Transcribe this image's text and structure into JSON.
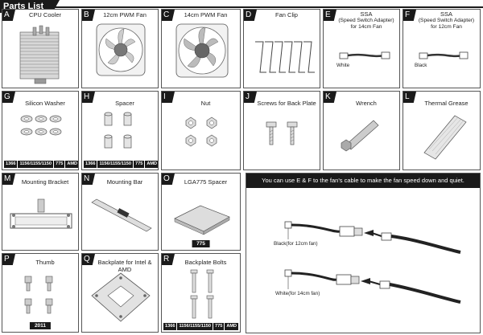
{
  "header": {
    "title": "Parts List"
  },
  "parts": [
    {
      "letter": "A",
      "title": "CPU Cooler"
    },
    {
      "letter": "B",
      "title": "12cm PWM Fan"
    },
    {
      "letter": "C",
      "title": "14cm PWM Fan"
    },
    {
      "letter": "D",
      "title": "Fan Clip"
    },
    {
      "letter": "E",
      "title": "SSA",
      "subtitle1": "(Speed Switch Adapter)",
      "subtitle2": "for 14cm Fan",
      "label": "White"
    },
    {
      "letter": "F",
      "title": "SSA",
      "subtitle1": "(Speed Switch Adapter)",
      "subtitle2": "for 12cm Fan",
      "label": "Black"
    },
    {
      "letter": "G",
      "title": "Silicon Washer"
    },
    {
      "letter": "H",
      "title": "Spacer"
    },
    {
      "letter": "I",
      "title": "Nut"
    },
    {
      "letter": "J",
      "title": "Screws for Back Plate"
    },
    {
      "letter": "K",
      "title": "Wrench"
    },
    {
      "letter": "L",
      "title": "Thermal Grease"
    },
    {
      "letter": "M",
      "title": "Mounting Bracket"
    },
    {
      "letter": "N",
      "title": "Mounting Bar"
    },
    {
      "letter": "O",
      "title": "LGA775 Spacer",
      "badge": "775"
    },
    {
      "letter": "P",
      "title": "Thumb",
      "badge": "2011"
    },
    {
      "letter": "Q",
      "title": "Backplate for Intel & AMD"
    },
    {
      "letter": "R",
      "title": "Backplate Bolts"
    }
  ],
  "socket_badges": [
    "1366",
    "1156/1155/1150",
    "775",
    "AMD"
  ],
  "info": {
    "text": "You can use E & F to the fan's cable to make the fan speed down and quiet.",
    "black_label": "Black(for 12cm fan)",
    "white_label": "White(for 14cm fan)"
  }
}
